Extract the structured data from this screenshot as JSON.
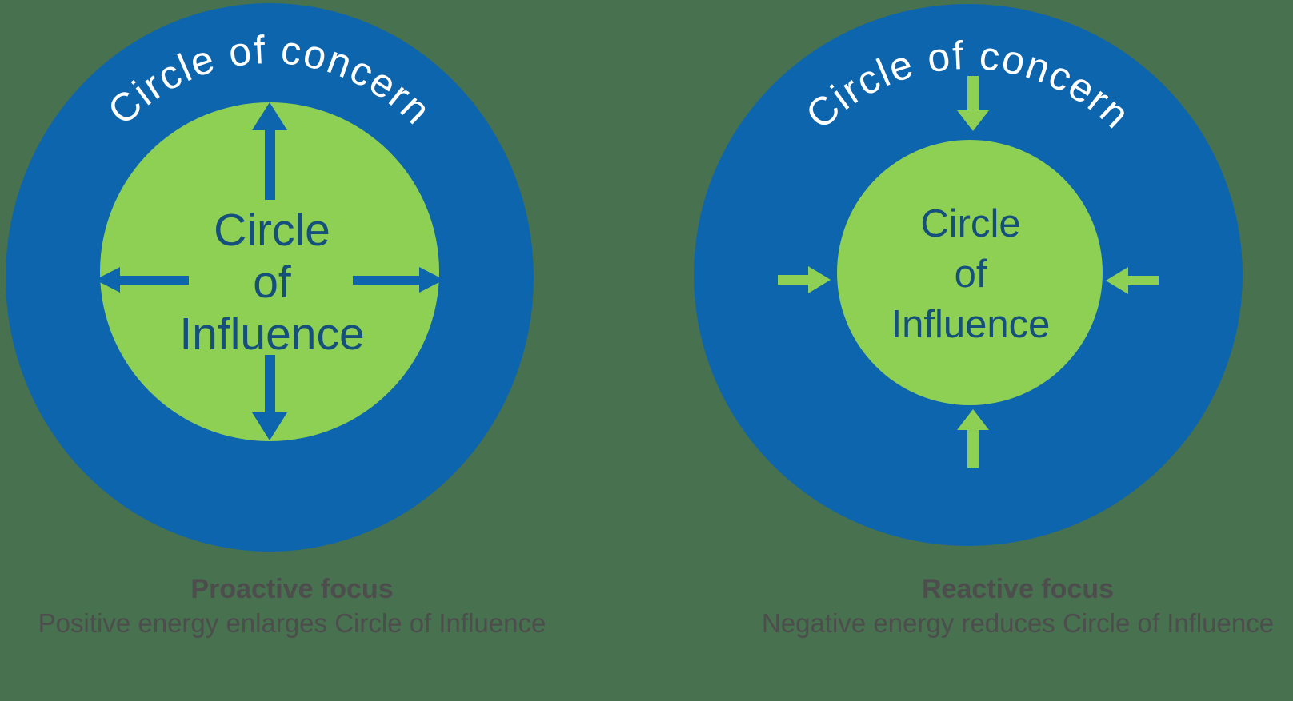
{
  "colors": {
    "background": "#47714F",
    "concern_blue": "#0D65AE",
    "influence_green": "#8ED054",
    "influence_text_navy": "#15507D",
    "concern_text_white": "#FFFFFF",
    "caption_gray": "#4D4D4D"
  },
  "diagrams": [
    {
      "id": "proactive",
      "outer_circle_label": "Circle of concern",
      "inner_circle_label": [
        "Circle",
        "of",
        "Influence"
      ],
      "arrow_direction": "outward",
      "caption": {
        "title": "Proactive focus",
        "subtitle": "Positive energy enlarges Circle of Influence"
      }
    },
    {
      "id": "reactive",
      "outer_circle_label": "Circle of concern",
      "inner_circle_label": [
        "Circle",
        "of",
        "Influence"
      ],
      "arrow_direction": "inward",
      "caption": {
        "title": "Reactive focus",
        "subtitle": "Negative energy reduces Circle of Influence"
      }
    }
  ]
}
